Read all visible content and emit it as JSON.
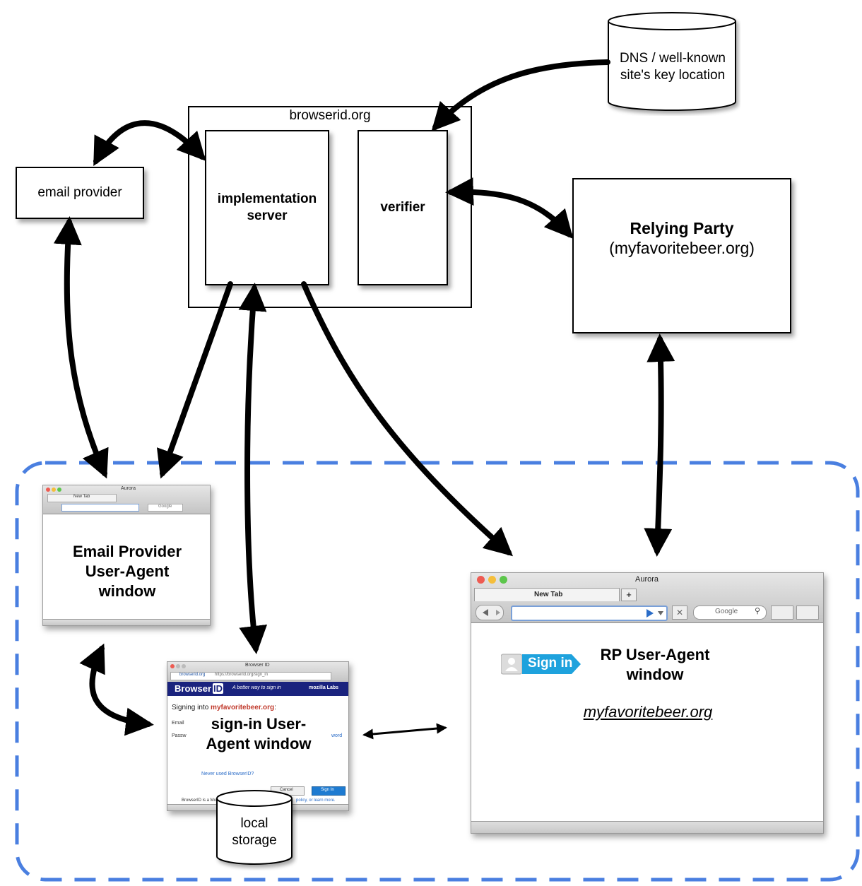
{
  "nodes": {
    "dns": {
      "line1": "DNS / well-known",
      "line2": "site's key location"
    },
    "browserid": {
      "title": "browserid.org"
    },
    "impl": {
      "line1": "implementation",
      "line2": "server"
    },
    "verifier": {
      "label": "verifier"
    },
    "email_provider": {
      "label": "email provider"
    },
    "relying_party": {
      "title": "Relying Party",
      "subtitle": "(myfavoritebeer.org)"
    },
    "email_window": {
      "line1": "Email Provider",
      "line2": "User-Agent",
      "line3": "window",
      "chrome_title": "Aurora",
      "tab": "New Tab",
      "search": "Google"
    },
    "signin_window": {
      "line1": "sign-in User-",
      "line2": "Agent window",
      "chrome_title": "Browser ID",
      "url_site": "browserid.org",
      "url": "https://browserid.org/sign_in",
      "brand": "Browser",
      "brand_id": "ID",
      "tagline": "A better way to sign in",
      "labs": "mozilla Labs",
      "signing_prefix": "Signing into ",
      "signing_site": "myfavoritebeer.org",
      "signing_suffix": ":",
      "email_label": "Email",
      "password_label": "Passw",
      "forgot": "word",
      "never_used": "Never used BrowserID?",
      "cancel": "Cancel",
      "sign_in": "Sign In",
      "footer_left": "BrowserID is a Mo",
      "footer_right": "policy, or learn more."
    },
    "local_storage": {
      "line1": "local",
      "line2": "storage"
    },
    "rp_window": {
      "line1": "RP User-Agent",
      "line2": "window",
      "link": "myfavoritebeer.org",
      "chrome_title": "Aurora",
      "tab": "New Tab",
      "search": "Google",
      "sign_in_button": "Sign in"
    }
  },
  "colors": {
    "client_boundary": "#4a7fe0",
    "signin_brand": "#1a237e",
    "signin_site": "#c0392b",
    "sign_in_blue": "#1ea2dd"
  }
}
